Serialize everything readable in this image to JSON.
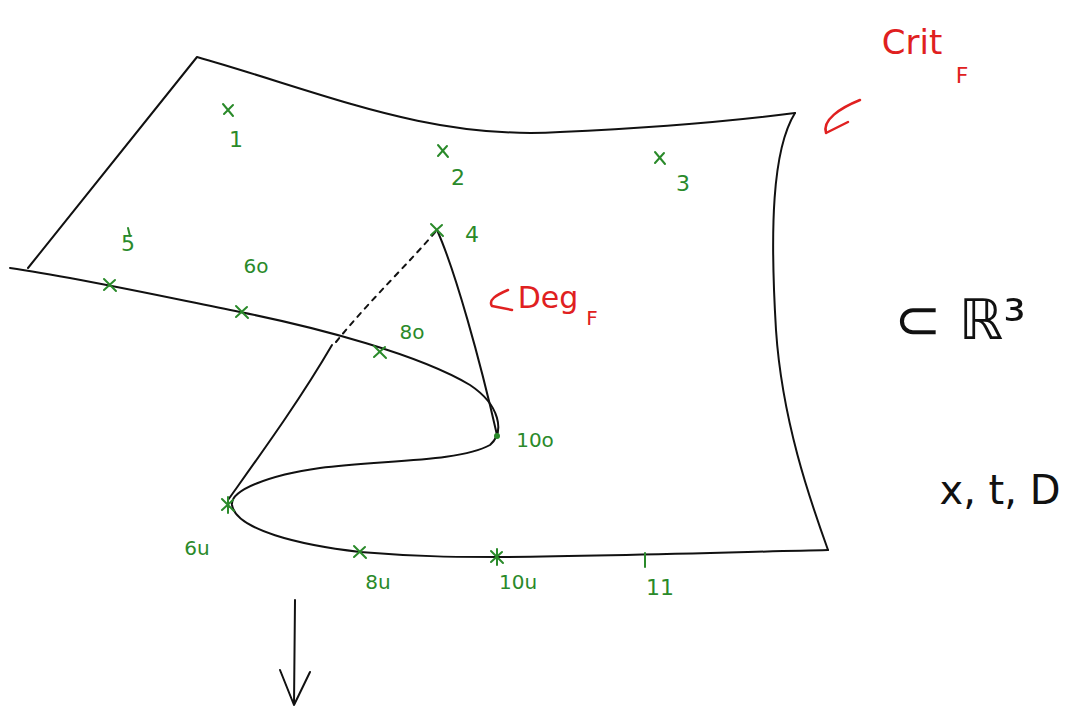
{
  "diagram": {
    "labels": [
      "1",
      "2",
      "3",
      "4",
      "5",
      "6o",
      "8o",
      "10o",
      "6u",
      "8u",
      "10u",
      "11",
      "Crit",
      "F",
      "Deg",
      "F",
      "⊂ ℝ³",
      "x, t, D"
    ]
  }
}
